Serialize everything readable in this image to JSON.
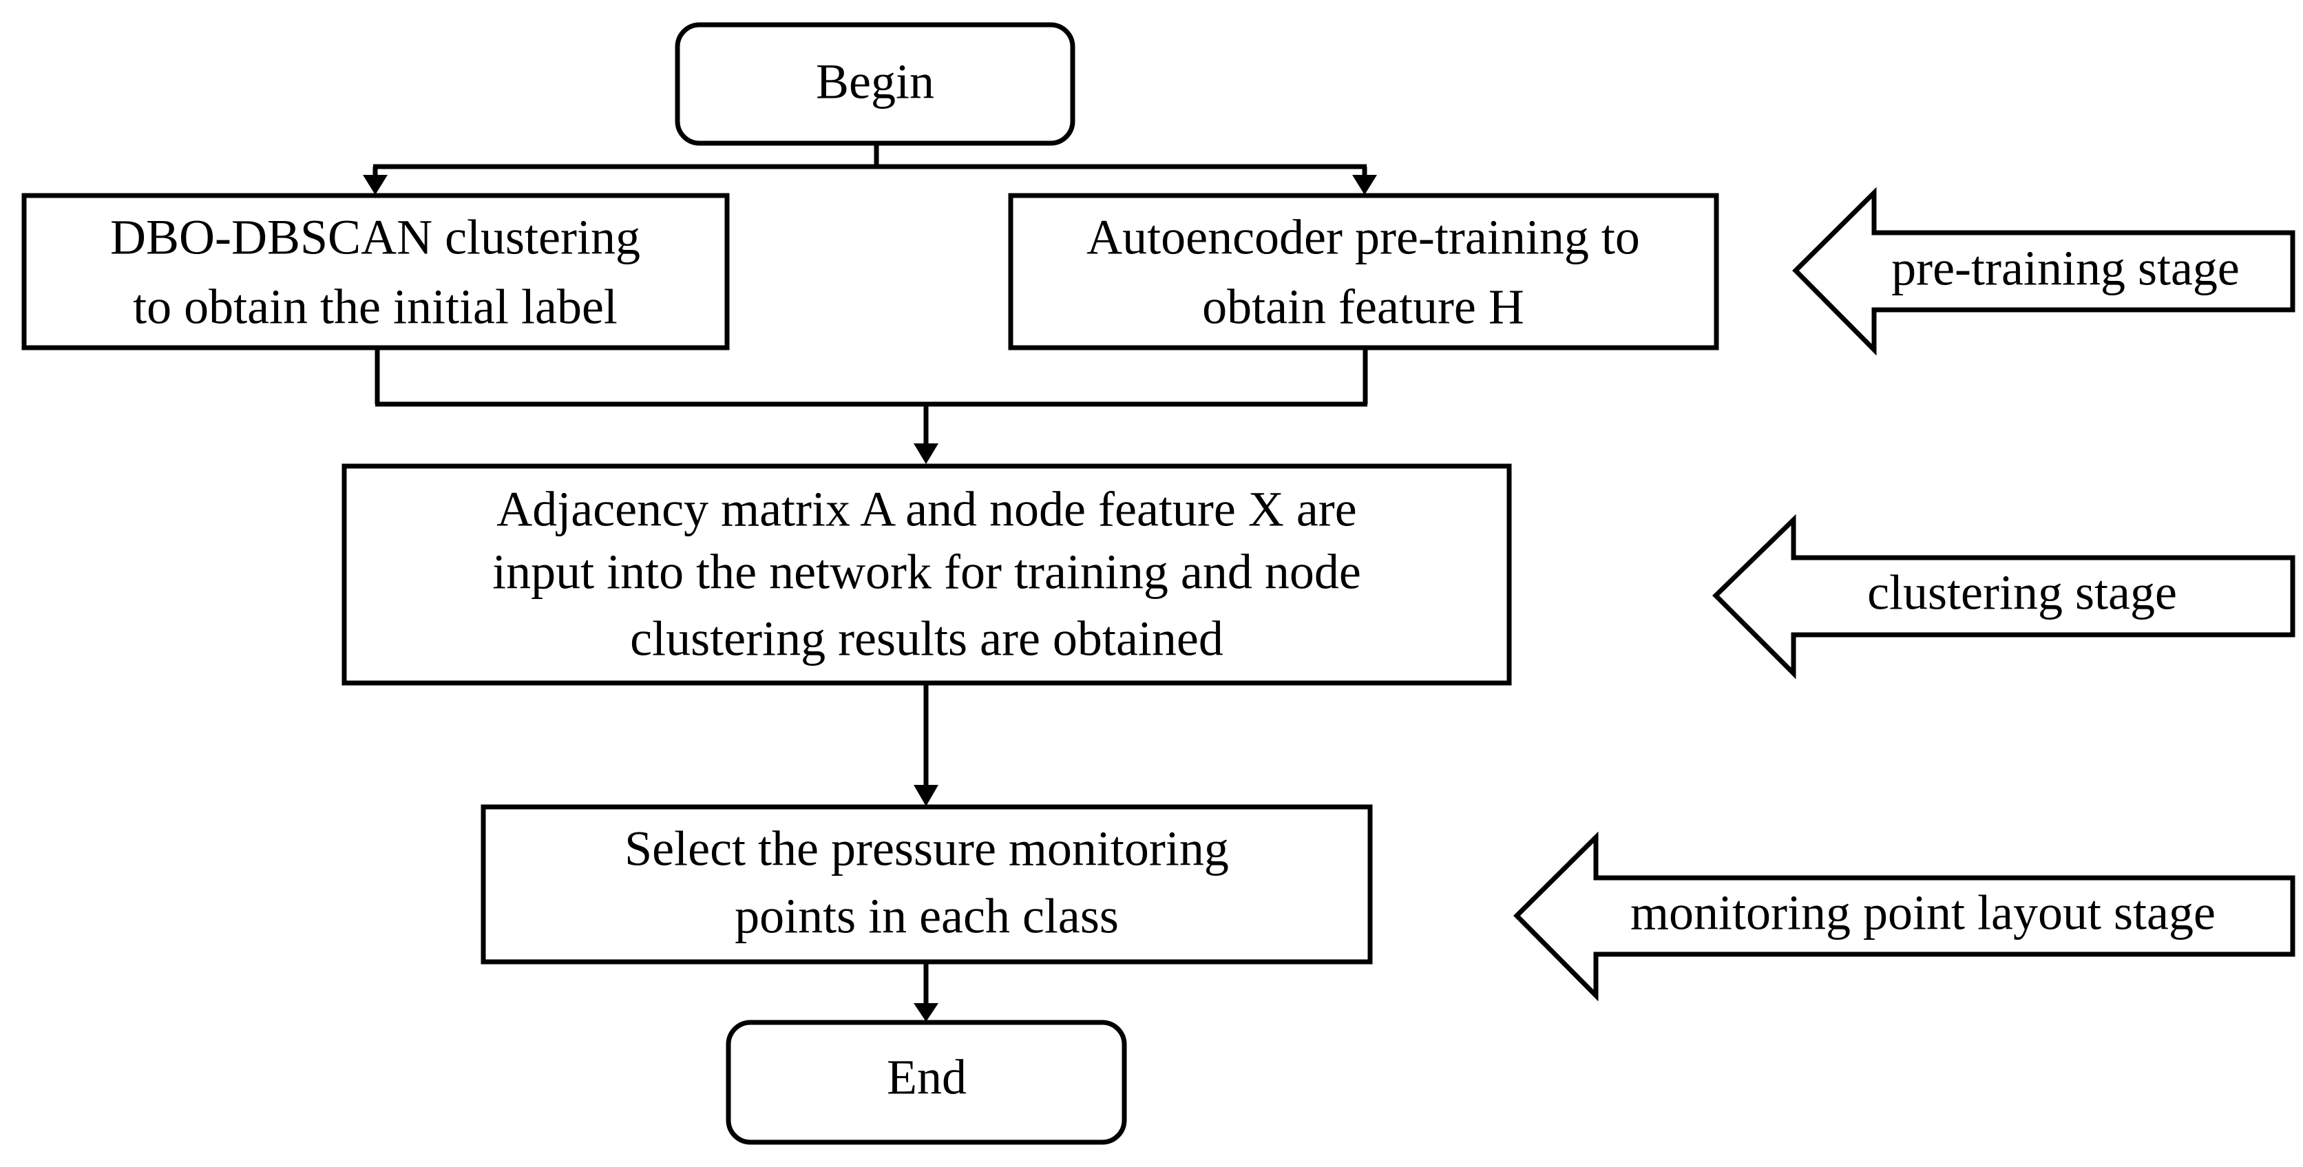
{
  "nodes": {
    "begin": {
      "lines": [
        "Begin"
      ]
    },
    "dbscan": {
      "lines": [
        "DBO-DBSCAN clustering",
        "to obtain the initial label"
      ]
    },
    "autoencoder": {
      "lines": [
        "Autoencoder pre-training to",
        "obtain feature H"
      ]
    },
    "network": {
      "lines": [
        "Adjacency matrix A and node feature X are",
        "input into the network for training and node",
        "clustering results are obtained"
      ]
    },
    "select": {
      "lines": [
        "Select the pressure monitoring",
        "points in each class"
      ]
    },
    "end": {
      "lines": [
        "End"
      ]
    }
  },
  "stages": {
    "pretraining": {
      "label": "pre-training stage"
    },
    "clustering": {
      "label": "clustering stage"
    },
    "layout": {
      "label": "monitoring point layout stage"
    }
  }
}
